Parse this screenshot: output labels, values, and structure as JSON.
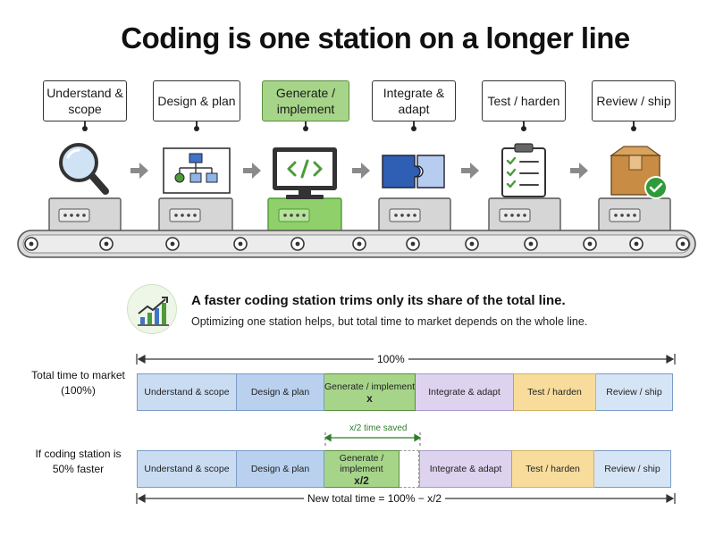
{
  "title": "Coding is one station on a longer line",
  "stations": [
    {
      "label": "Understand & scope",
      "icon": "magnifier-icon",
      "highlight": false
    },
    {
      "label": "Design & plan",
      "icon": "diagram-icon",
      "highlight": false
    },
    {
      "label": "Generate / implement",
      "icon": "code-monitor-icon",
      "highlight": true
    },
    {
      "label": "Integrate & adapt",
      "icon": "puzzle-icon",
      "highlight": false
    },
    {
      "label": "Test / harden",
      "icon": "checklist-icon",
      "highlight": false
    },
    {
      "label": "Review / ship",
      "icon": "package-check-icon",
      "highlight": false
    }
  ],
  "info": {
    "heading": "A faster coding station trims only its share of the total line.",
    "subtext": "Optimizing one station helps, but total time to market depends on the whole line.",
    "icon": "growth-chart-icon"
  },
  "timeline": {
    "top_dimension": "100%",
    "row1_label": "Total time to market (100%)",
    "row2_label": "If coding station is 50% faster",
    "saved_label": "x/2 time saved",
    "bottom_dimension": "New total time = 100% − x/2",
    "row1": [
      {
        "label": "Understand & scope",
        "sub": ""
      },
      {
        "label": "Design & plan",
        "sub": ""
      },
      {
        "label": "Generate / implement",
        "sub": "x"
      },
      {
        "label": "Integrate & adapt",
        "sub": ""
      },
      {
        "label": "Test / harden",
        "sub": ""
      },
      {
        "label": "Review / ship",
        "sub": ""
      }
    ],
    "row2": [
      {
        "label": "Understand & scope",
        "sub": ""
      },
      {
        "label": "Design & plan",
        "sub": ""
      },
      {
        "label": "Generate / implement",
        "sub": "x/2"
      },
      {
        "label": "Integrate & adapt",
        "sub": ""
      },
      {
        "label": "Test / harden",
        "sub": ""
      },
      {
        "label": "Review / ship",
        "sub": ""
      }
    ]
  },
  "colors": {
    "understand": "#c9dcf2",
    "design": "#b9d0ee",
    "generate": "#a6d58a",
    "integrate": "#ddd3ee",
    "test": "#f8dc9c",
    "review": "#d6e5f6",
    "accent_green": "#4e9a3a",
    "belt": "#dcdcdc"
  }
}
